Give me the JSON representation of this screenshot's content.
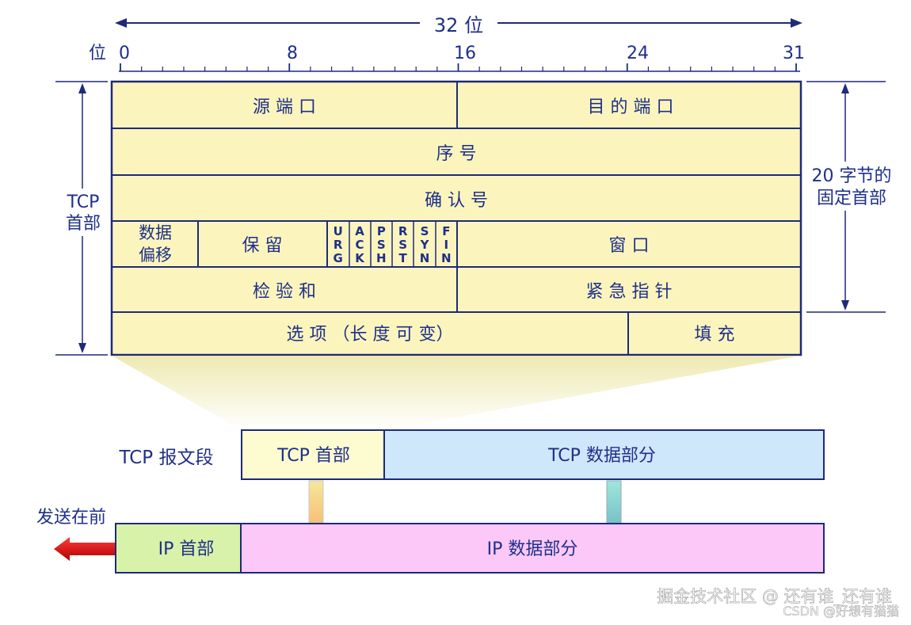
{
  "bit_scale": {
    "total_label": "32 位",
    "unit_label": "位",
    "ticks": [
      "0",
      "8",
      "16",
      "24",
      "31"
    ]
  },
  "tcp_header": {
    "fields": {
      "src_port": "源 端 口",
      "dst_port": "目 的 端 口",
      "seq": "序 号",
      "ack": "确 认 号",
      "data_offset_line1": "数据",
      "data_offset_line2": "偏移",
      "reserved": "保 留",
      "flags": [
        [
          "U",
          "R",
          "G"
        ],
        [
          "A",
          "C",
          "K"
        ],
        [
          "P",
          "S",
          "H"
        ],
        [
          "R",
          "S",
          "T"
        ],
        [
          "S",
          "Y",
          "N"
        ],
        [
          "F",
          "I",
          "N"
        ]
      ],
      "window": "窗 口",
      "checksum": "检 验 和",
      "urgent_pointer": "紧 急 指 针",
      "options": "选 项 （长 度 可 变）",
      "padding": "填 充"
    },
    "left_label_line1": "TCP",
    "left_label_line2": "首部",
    "right_label_line1": "20 字节的",
    "right_label_line2": "固定首部"
  },
  "segment": {
    "label": "TCP 报文段",
    "header_box": "TCP 首部",
    "data_box": "TCP 数据部分"
  },
  "ip_datagram": {
    "send_first": "发送在前",
    "header_box": "IP 首部",
    "data_box": "IP 数据部分"
  },
  "watermark": {
    "line1": "掘金技术社区 @ 还有谁_还有谁",
    "line2": "CSDN @好想有猫猫"
  },
  "colors": {
    "header_fill": "#fbf5bd",
    "tcp_header_box": "#fdfbd0",
    "tcp_data_box": "#cfe7fb",
    "ip_header_box": "#d8f2a9",
    "ip_data_box": "#fbc8f8",
    "border": "#1e2a7a",
    "text": "#1f2f8a",
    "arrow_red": "#e10e0e"
  }
}
